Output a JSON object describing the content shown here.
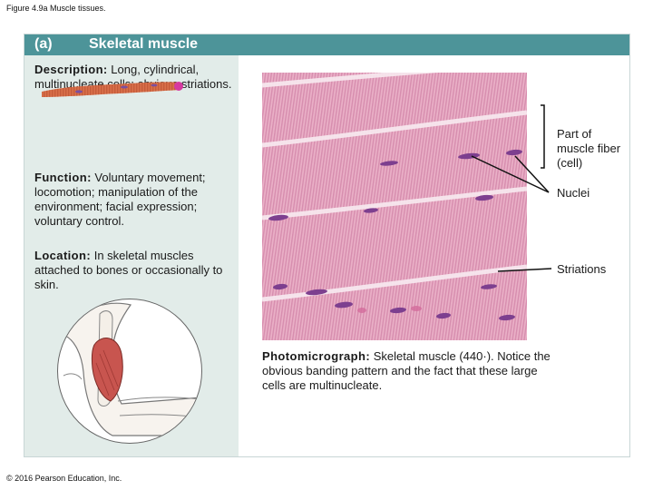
{
  "figure_caption": "Figure 4.9a Muscle tissues.",
  "copyright": "© 2016 Pearson Education, Inc.",
  "panel": {
    "letter": "(a)",
    "title": "Skeletal muscle"
  },
  "description": {
    "label": "Description:",
    "text": " Long, cylindrical, multinucleate cells; obvious striations."
  },
  "function": {
    "label": "Function:",
    "text": " Voluntary movement; locomotion; manipulation of the environment; facial expression; voluntary control."
  },
  "location": {
    "label": "Location:",
    "text": " In skeletal muscles attached to bones or occasionally to skin."
  },
  "photomicrograph": {
    "label": "Photomicrograph:",
    "text": " Skeletal muscle (440·). Notice the obvious banding pattern and the fact that these large cells are multinucleate."
  },
  "callouts": {
    "fiber": "Part of muscle fiber (cell)",
    "nuclei": "Nuclei",
    "striations": "Striations"
  },
  "colors": {
    "header": "#4d9499",
    "side_panel": "#e2ece9",
    "tissue": "#e8a7c0",
    "nucleus": "#7d3f8f",
    "fiber_model": "#d9704a"
  }
}
